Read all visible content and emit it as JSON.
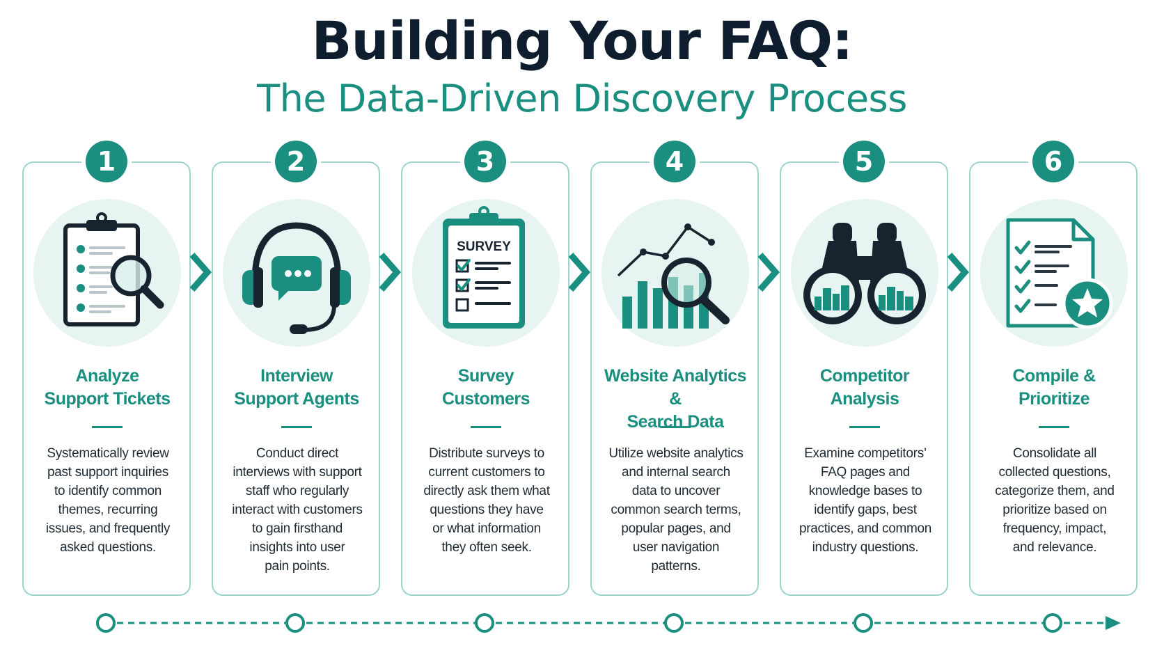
{
  "header": {
    "title": "Building Your FAQ:",
    "subtitle": "The Data-Driven Discovery Process"
  },
  "colors": {
    "teal": "#1a8f7f",
    "teal_light": "#5cc0b0",
    "navy": "#0f1e2e",
    "card_border": "#9cd3cc",
    "icon_bg": "#e8f4f2"
  },
  "steps": [
    {
      "number": "1",
      "title": "Analyze\nSupport Tickets",
      "description": "Systematically review\npast support inquiries\nto identify common\nthemes, recurring\nissues, and frequently\nasked questions.",
      "icon": "clipboard-magnifier-icon"
    },
    {
      "number": "2",
      "title": "Interview\nSupport Agents",
      "description": "Conduct direct\ninterviews with support\nstaff who regularly\ninteract with customers\nto gain firsthand\ninsights into user\npain points.",
      "icon": "headset-chat-icon"
    },
    {
      "number": "3",
      "title": "Survey\nCustomers",
      "description": "Distribute surveys to\ncurrent customers to\ndirectly ask them what\nquestions they have\nor what information\nthey often seek.",
      "icon": "survey-clipboard-icon",
      "icon_label": "SURVEY"
    },
    {
      "number": "4",
      "title": "Website Analytics &\nSearch Data",
      "description": "Utilize website analytics\nand internal search\ndata to uncover\ncommon search terms,\npopular pages, and\nuser navigation\npatterns.",
      "icon": "analytics-chart-icon"
    },
    {
      "number": "5",
      "title": "Competitor\nAnalysis",
      "description": "Examine competitors’\nFAQ pages and\nknowledge bases to\nidentify gaps, best\npractices, and common\nindustry questions.",
      "icon": "binoculars-icon"
    },
    {
      "number": "6",
      "title": "Compile &\nPrioritize",
      "description": "Consolidate all\ncollected questions,\ncategorize them, and\nprioritize based on\nfrequency, impact,\nand relevance.",
      "icon": "checklist-star-icon"
    }
  ]
}
